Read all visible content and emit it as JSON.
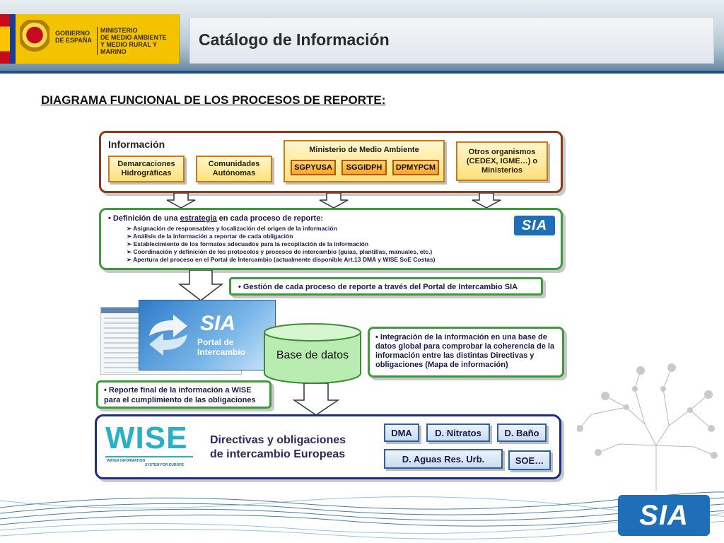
{
  "header": {
    "government": "GOBIERNO\nDE ESPAÑA",
    "ministry": "MINISTERIO\nDE MEDIO AMBIENTE\nY MEDIO RURAL Y MARINO",
    "title": "Catálogo de Información"
  },
  "section_heading": "DIAGRAMA FUNCIONAL DE LOS PROCESOS DE REPORTE:",
  "informacion": {
    "title": "Información",
    "demarcaciones": "Demarcaciones\nHidrográficas",
    "comunidades": "Comunidades\nAutónomas",
    "ministerio": {
      "title": "Ministerio de Medio Ambiente",
      "units": [
        "SGPYUSA",
        "SGGIDPH",
        "DPMYPCM"
      ]
    },
    "otros": "Otros organismos\n(CEDEX, IGME…) o\nMinisterios"
  },
  "estrategia": {
    "lead_pre": "• Definición de una ",
    "lead_em": "estrategia",
    "lead_post": " en cada proceso de reporte:",
    "items": [
      "Asignación de responsables y localización del origen de la información",
      "Análisis de la información a reportar de cada obligación",
      "Establecimiento de los formatos adecuados para la recopilación de la información",
      "Coordinación y definición de los protocolos y procesos de intercambio (guías, plantillas, manuales, etc.)",
      "Apertura del proceso en el Portal de Intercambio (actualmente disponible Art.13 DMA y WISE SoE Costas)"
    ],
    "logo": "SIA"
  },
  "gestion": "• Gestión de cada proceso de reporte a través del Portal de Intercambio SIA",
  "portal": {
    "logo": "SIA",
    "caption": "Portal de Intercambio"
  },
  "base_datos": "Base de datos",
  "integracion": "• Integración de la información en una base de datos global para comprobar la coherencia de la información entre las distintas Directivas y obligaciones (Mapa de información)",
  "reporte_final": "• Reporte final de la información a WISE para el cumplimiento de las obligaciones",
  "wise": {
    "logo": "WISE",
    "logo_sub_left": "WATER INFORMATION",
    "logo_sub_right": "SYSTEM FOR EUROPE",
    "directivas": "Directivas y obligaciones\nde intercambio Europeas",
    "tags": [
      "DMA",
      "D. Nitratos",
      "D. Baño",
      "D. Aguas Res. Urb.",
      "SOE…"
    ]
  },
  "footer_logo": "SIA",
  "colors": {
    "brown_border": "#8a3b1f",
    "green_border": "#3e9a3a",
    "navy_border": "#1e2c86",
    "sia_blue": "#1f6fb8"
  }
}
